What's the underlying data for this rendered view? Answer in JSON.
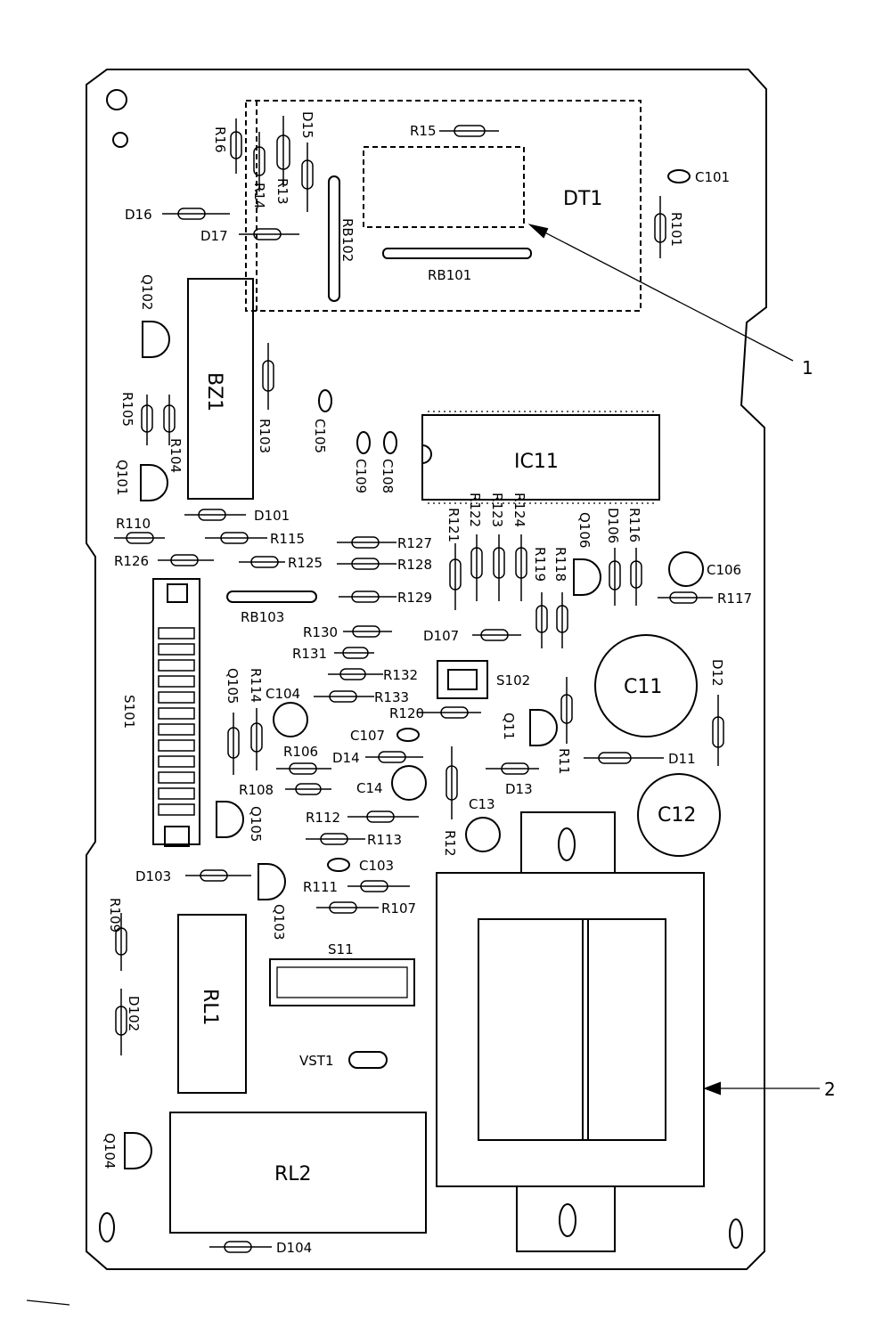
{
  "components": {
    "DT1": "DT1",
    "IC11": "IC11",
    "BZ1": "BZ1",
    "RL1": "RL1",
    "RL2": "RL2",
    "S101": "S101",
    "S102": "S102",
    "S11": "S11",
    "VST1": "VST1",
    "C11": "C11",
    "C12": "C12",
    "C13": "C13",
    "C14": "C14",
    "C101": "C101",
    "C103": "C103",
    "C104": "C104",
    "C105": "C105",
    "C106": "C106",
    "C107": "C107",
    "C108": "C108",
    "C109": "C109",
    "D11": "D11",
    "D12": "D12",
    "D13": "D13",
    "D14": "D14",
    "D15": "D15",
    "D16": "D16",
    "D17": "D17",
    "D101": "D101",
    "D102": "D102",
    "D103": "D103",
    "D104": "D104",
    "D106": "D106",
    "D107": "D107",
    "Q11": "Q11",
    "Q101": "Q101",
    "Q102": "Q102",
    "Q103": "Q103",
    "Q104": "Q104",
    "Q105": "Q105",
    "Q106": "Q106",
    "R11": "R11",
    "R12": "R12",
    "R13": "R13",
    "R14": "R14",
    "R15": "R15",
    "R16": "R16",
    "R101": "R101",
    "R103": "R103",
    "R104": "R104",
    "R105": "R105",
    "R106": "R106",
    "R107": "R107",
    "R108": "R108",
    "R109": "R109",
    "R110": "R110",
    "R111": "R111",
    "R112": "R112",
    "R113": "R113",
    "R114": "R114",
    "R115": "R115",
    "R116": "R116",
    "R117": "R117",
    "R118": "R118",
    "R119": "R119",
    "R120": "R120",
    "R121": "R121",
    "R122": "R122",
    "R123": "R123",
    "R124": "R124",
    "R125": "R125",
    "R126": "R126",
    "R127": "R127",
    "R128": "R128",
    "R129": "R129",
    "R130": "R130",
    "R131": "R131",
    "R132": "R132",
    "R133": "R133",
    "RB101": "RB101",
    "RB102": "RB102",
    "RB103": "RB103"
  },
  "callouts": {
    "c1": "1",
    "c2": "2"
  }
}
